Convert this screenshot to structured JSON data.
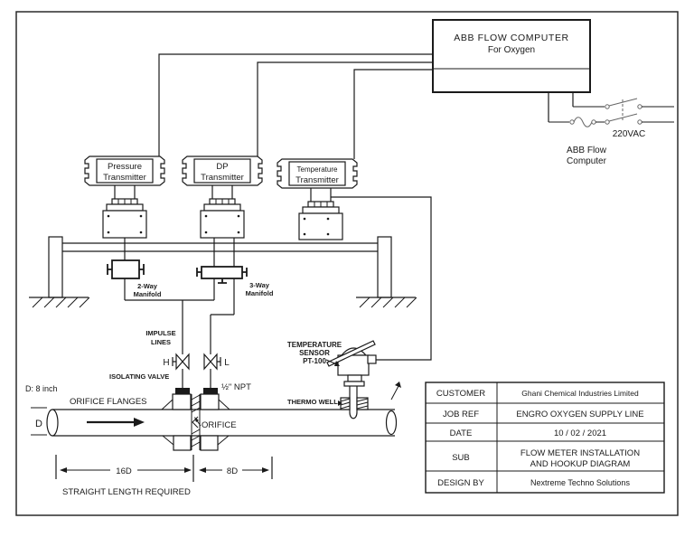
{
  "flow_computer": {
    "title": "ABB FLOW COMPUTER",
    "subtitle": "For Oxygen",
    "caption1": "ABB Flow",
    "caption2": "Computer",
    "power": "220VAC"
  },
  "transmitters": {
    "pressure": {
      "line1": "Pressure",
      "line2": "Transmitter"
    },
    "dp": {
      "line1": "DP",
      "line2": "Transmitter"
    },
    "temperature": {
      "line1": "Temperature",
      "line2": "Transmitter"
    }
  },
  "manifolds": {
    "two_way": {
      "line1": "2-Way",
      "line2": "Manifold"
    },
    "three_way": {
      "line1": "3-Way",
      "line2": "Manifold"
    }
  },
  "labels": {
    "impulse1": "IMPULSE",
    "impulse2": "LINES",
    "isolating_valve": "ISOLATING VALVE",
    "valve_h": "H",
    "valve_l": "L",
    "npt": "½\" NPT",
    "pipe_spec": "D: 8 inch",
    "orifice_flanges": "ORIFICE FLANGES",
    "orifice": "ORIFICE",
    "pipe_d": "D",
    "thermo_well": "THERMO WELL",
    "temp_sensor1": "TEMPERATURE",
    "temp_sensor2": "SENSOR",
    "temp_sensor3": "PT-100",
    "dim_16d": "16D",
    "dim_8d": "8D",
    "straight_length": "STRAIGHT LENGTH REQUIRED"
  },
  "title_block": {
    "rows": [
      {
        "label": "CUSTOMER",
        "value": "Ghani Chemical Industries Limited"
      },
      {
        "label": "JOB REF",
        "value": "ENGRO OXYGEN SUPPLY LINE"
      },
      {
        "label": "DATE",
        "value": "10 / 02 / 2021"
      },
      {
        "label": "SUB",
        "value_line1": "FLOW METER INSTALLATION",
        "value_line2": "AND HOOKUP DIAGRAM"
      },
      {
        "label": "DESIGN BY",
        "value": "Nextreme Techno Solutions"
      }
    ]
  }
}
